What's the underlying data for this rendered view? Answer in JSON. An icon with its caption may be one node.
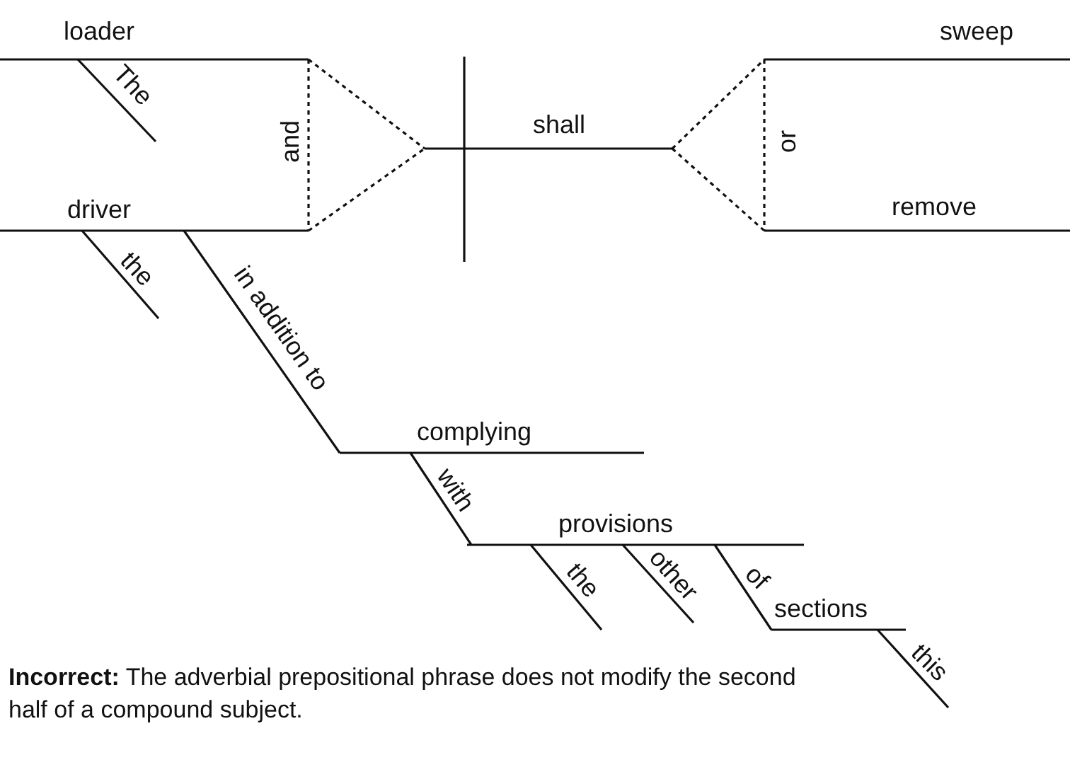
{
  "diagram": {
    "caption": "**Incorrect:** The adverbial prepositional phrase does not modify the second half of a compound subject.",
    "labels": [
      "loader",
      "sweep",
      "The",
      "and",
      "shall",
      "or",
      "driver",
      "remove",
      "the",
      "in addition to",
      "complying",
      "with",
      "provisions",
      "the",
      "other",
      "of",
      "sections",
      "this"
    ]
  }
}
